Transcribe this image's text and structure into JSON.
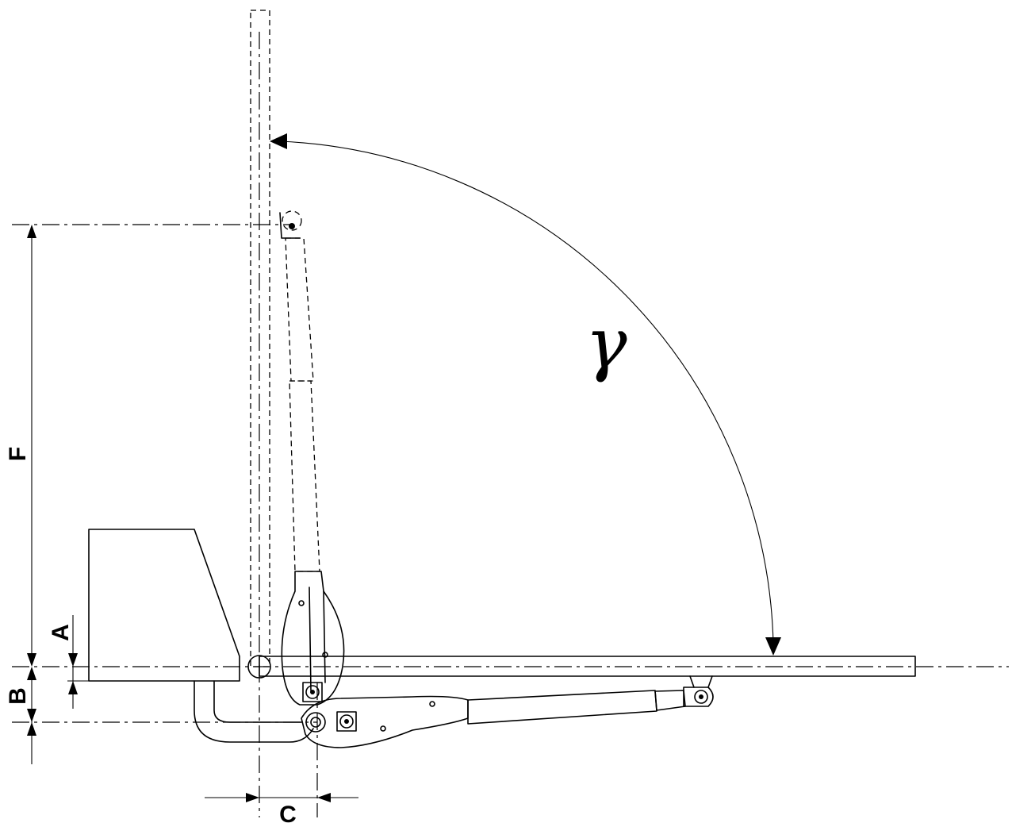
{
  "labels": {
    "gamma": "γ",
    "dim_a": "A",
    "dim_b": "B",
    "dim_c": "C",
    "dim_f": "F"
  }
}
